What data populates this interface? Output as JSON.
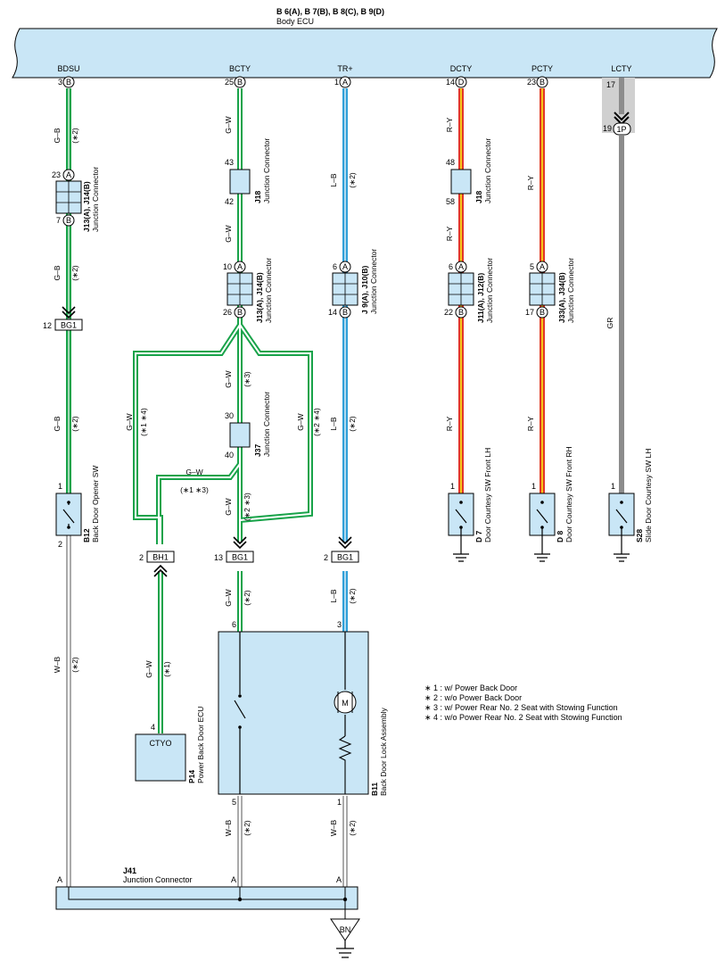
{
  "colors": {
    "green": "#19a34a",
    "blue": "#2e9fd8",
    "red": "#e2362a",
    "yellow": "#f5c518",
    "gray": "#8c8c8c",
    "component_fill": "#c9e6f6"
  },
  "ecu": {
    "connectors": "B 6(A), B 7(B), B 8(C), B 9(D)",
    "name": "Body ECU",
    "terminals": {
      "bdsu": "BDSU",
      "bcty": "BCTY",
      "trp": "TR+",
      "dcty": "DCTY",
      "pcty": "PCTY",
      "lcty": "LCTY"
    },
    "pins": {
      "bdsu": "3",
      "bdsu_c": "B",
      "bcty": "25",
      "bcty_c": "B",
      "trp": "1",
      "trp_c": "A",
      "dcty": "14",
      "dcty_c": "D",
      "pcty": "23",
      "pcty_c": "B",
      "lcty": "17",
      "lcty_conn_pin": "19",
      "lcty_conn": "1P"
    }
  },
  "wires": {
    "gb": "G–B",
    "gw": "G–W",
    "lb": "L–B",
    "ry": "R–Y",
    "gr": "GR",
    "wb": "W–B"
  },
  "notes": {
    "n1": "(∗1)",
    "n2": "(∗2)",
    "n3": "(∗3)",
    "n13": "(∗1 ∗3)",
    "n14": "(∗1 ∗4)",
    "n23": "(∗2 ∗3)",
    "n24": "(∗2 ∗4)"
  },
  "connectors": {
    "j13_top": {
      "code": "J13(A), J14(B)",
      "name": "Junction Connector",
      "pin_top": "23",
      "c_top": "A",
      "pin_bot": "7",
      "c_bot": "B"
    },
    "j13_mid": {
      "code": "J13(A), J14(B)",
      "name": "Junction Connector",
      "pin_top": "10",
      "c_top": "A",
      "pin_bot": "26",
      "c_bot": "B"
    },
    "j18_left": {
      "code": "J18",
      "name": "Junction Connector",
      "pin_top": "43",
      "pin_bot": "42"
    },
    "j9": {
      "code": "J 9(A), J10(B)",
      "name": "Junction Connector",
      "pin_top": "6",
      "c_top": "A",
      "pin_bot": "14",
      "c_bot": "B"
    },
    "j18_right": {
      "code": "J18",
      "name": "Junction Connector",
      "pin_top": "48",
      "pin_bot": "58"
    },
    "j11": {
      "code": "J11(A), J12(B)",
      "name": "Junction Connector",
      "pin_top": "6",
      "c_top": "A",
      "pin_bot": "22",
      "c_bot": "B"
    },
    "j33": {
      "code": "J33(A), J34(B)",
      "name": "Junction Connector",
      "pin_top": "5",
      "c_top": "A",
      "pin_bot": "17",
      "c_bot": "B"
    },
    "j37": {
      "code": "J37",
      "name": "Junction Connector",
      "pin_top": "30",
      "pin_bot": "40"
    },
    "j41": {
      "code": "J41",
      "name": "Junction Connector",
      "pin": "A"
    },
    "bg1_a": {
      "label": "BG1",
      "pin": "12"
    },
    "bg1_b": {
      "label": "BG1",
      "pin": "13"
    },
    "bg1_c": {
      "label": "BG1",
      "pin": "2"
    },
    "bh1": {
      "label": "BH1",
      "pin": "2"
    }
  },
  "components": {
    "b12": {
      "code": "B12",
      "name": "Back Door Opener SW",
      "pin1": "1",
      "pin2": "2"
    },
    "d7": {
      "code": "D 7",
      "name": "Door Courtesy SW Front LH",
      "pin": "1"
    },
    "d8": {
      "code": "D 8",
      "name": "Door Courtesy SW Front RH",
      "pin": "1"
    },
    "s28": {
      "code": "S28",
      "name": "Slide Door Courtesy SW LH",
      "pin": "1"
    },
    "p14": {
      "code": "P14",
      "name": "Power Back Door ECU",
      "terminal": "CTYO",
      "pin": "4"
    },
    "b11": {
      "code": "B11",
      "name": "Back Door Lock Assembly",
      "pin6": "6",
      "pin3": "3",
      "pin5": "5",
      "pin1": "1",
      "motor": "M"
    }
  },
  "ground": {
    "label": "BN"
  },
  "legend": [
    "∗ 1 : w/ Power Back Door",
    "∗ 2 : w/o Power Back Door",
    "∗ 3 : w/ Power Rear No. 2 Seat with Stowing Function",
    "∗ 4 : w/o Power Rear No. 2 Seat with Stowing Function"
  ]
}
